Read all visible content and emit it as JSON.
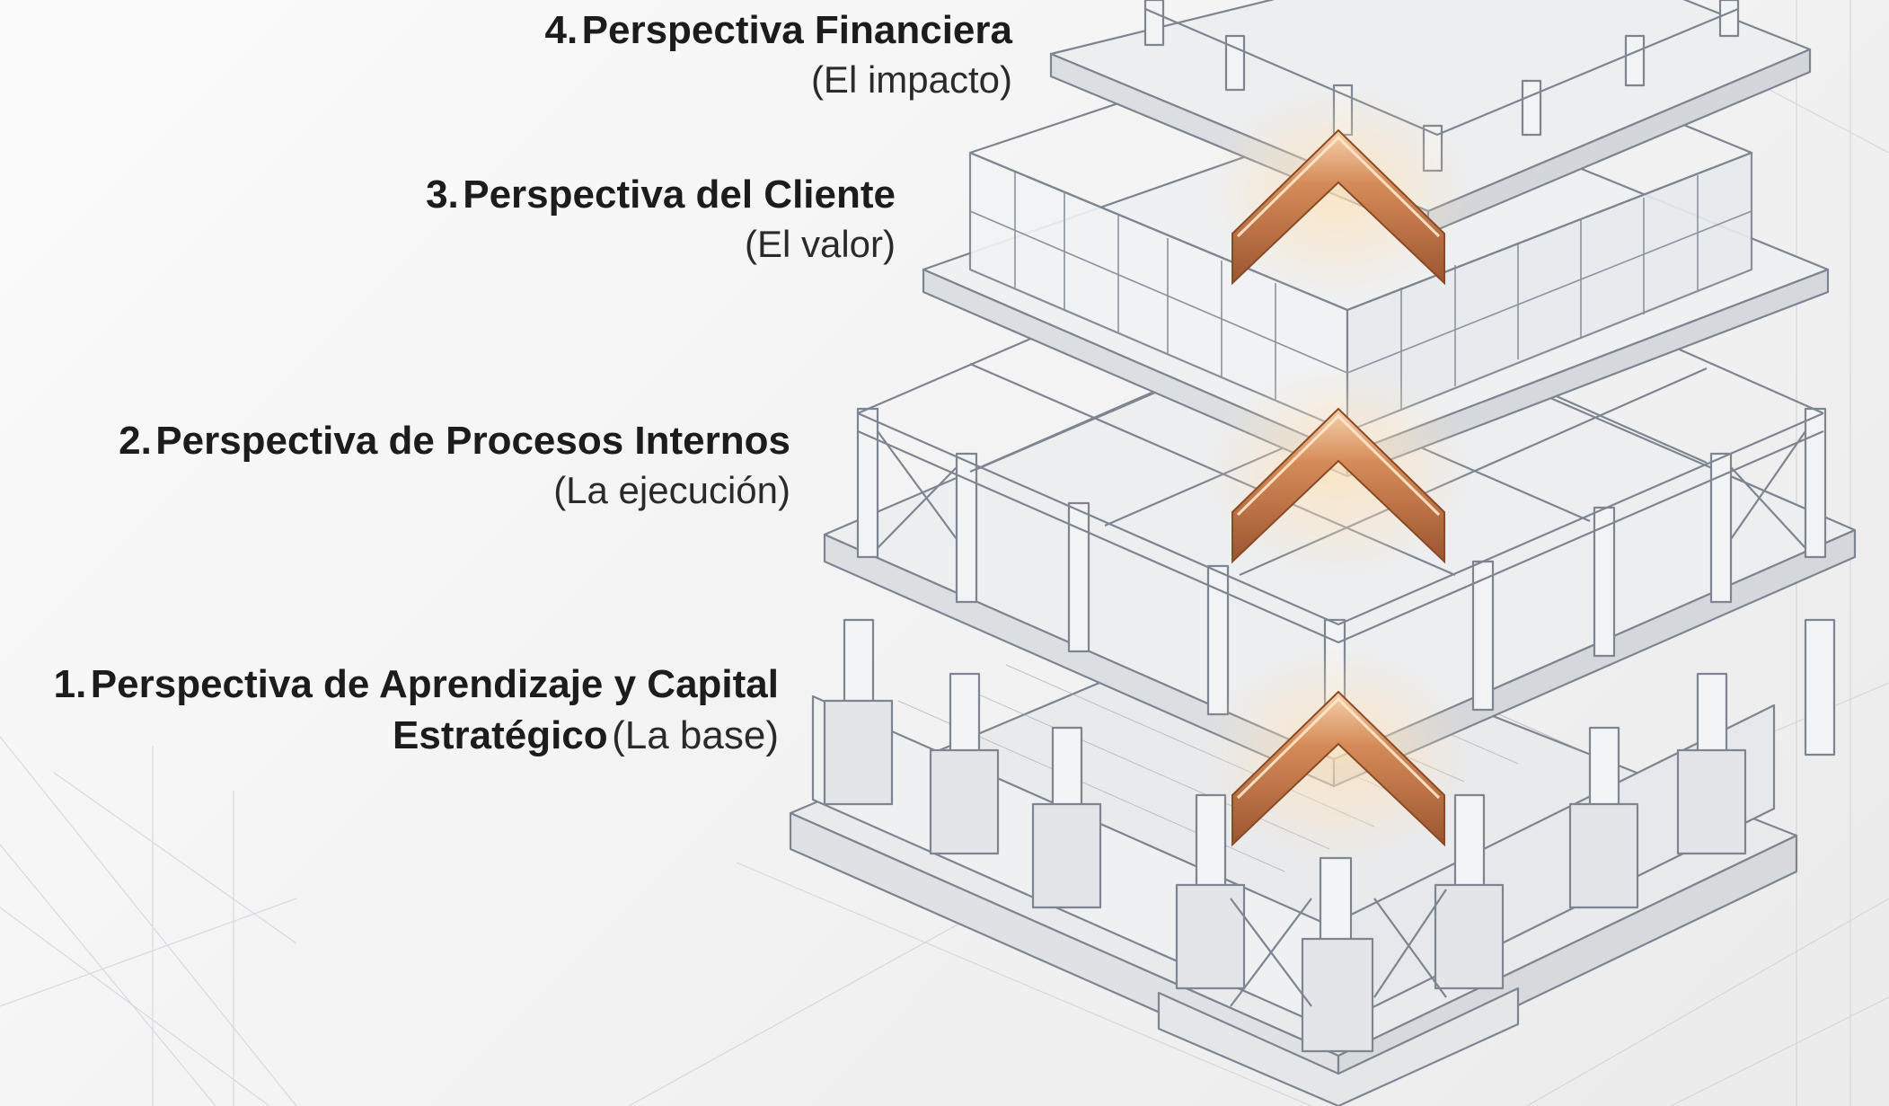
{
  "diagram": {
    "levels": [
      {
        "number": "4.",
        "title": "Perspectiva Financiera",
        "subtitle": "(El impacto)"
      },
      {
        "number": "3.",
        "title": "Perspectiva del Cliente",
        "subtitle": "(El valor)"
      },
      {
        "number": "2.",
        "title": "Perspectiva de Procesos Internos",
        "subtitle": "(La ejecución)"
      },
      {
        "number": "1.",
        "title_line1": "Perspectiva de Aprendizaje y Capital",
        "title_line2": "Estratégico",
        "subtitle": "(La base)"
      }
    ],
    "icons": [
      "arrow-up-chevron-icon",
      "arrow-up-chevron-icon",
      "arrow-up-chevron-icon"
    ],
    "colors": {
      "arrow": "#c8794a",
      "arrow_highlight": "#f3c59a",
      "sketch": "#7d8591",
      "background": "#f4f4f4"
    }
  }
}
